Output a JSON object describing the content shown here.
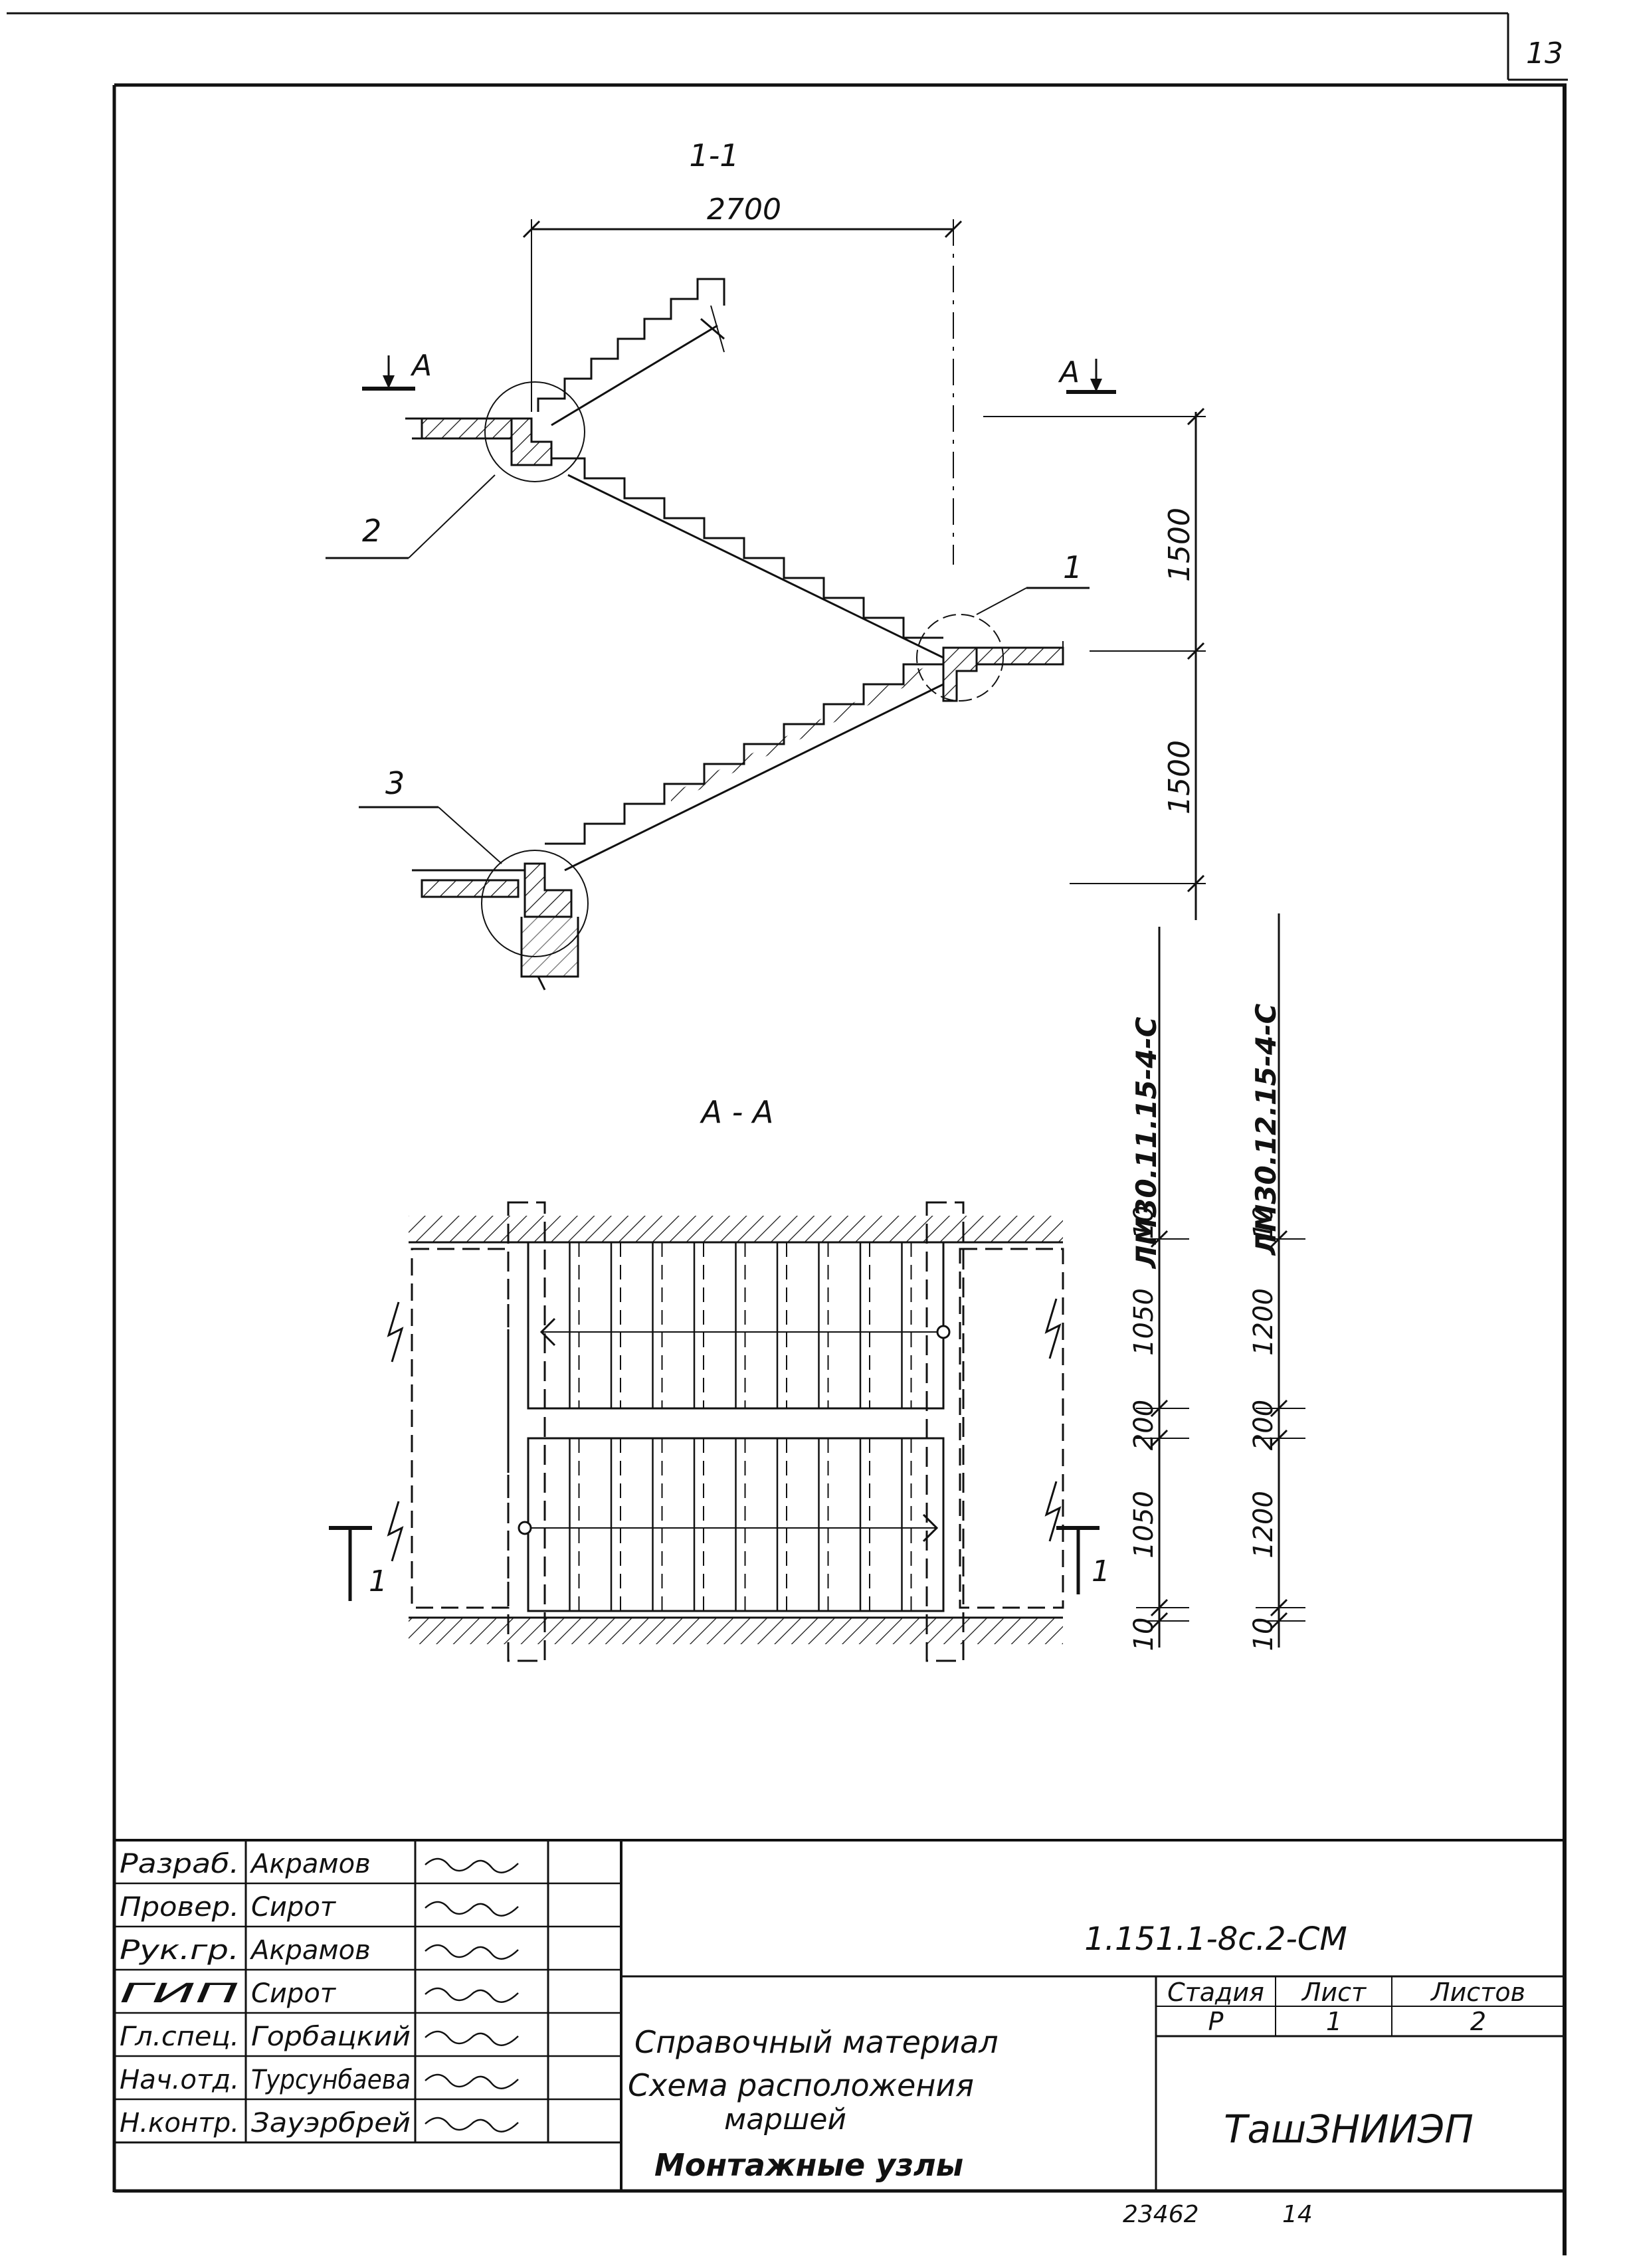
{
  "sheet": {
    "page_number": "13",
    "bottom_note": "23462",
    "bottom_note_2": "14"
  },
  "section_1_1": {
    "title": "1-1",
    "dim_span": "2700",
    "dim_upper": "1500",
    "dim_lower": "1500",
    "cut_mark_left": "A",
    "cut_mark_right": "A",
    "callout_1": "1",
    "callout_2": "2",
    "callout_3": "3"
  },
  "section_a_a": {
    "title": "A - A",
    "cut_left": "1",
    "cut_right": "1",
    "left_chain": {
      "label": "ЛМ30.11.15-4-С",
      "dims": [
        "10",
        "1050",
        "200",
        "1050",
        "10"
      ]
    },
    "right_chain": {
      "label": "ЛМ30.12.15-4-С",
      "dims": [
        "10",
        "1200",
        "200",
        "1200",
        "10"
      ]
    }
  },
  "title_block": {
    "roles": [
      "Разраб.",
      "Провер.",
      "Рук.гр.",
      "ГИП",
      "Гл.спец.",
      "Нач.отд.",
      "Н.контр."
    ],
    "names": [
      "Акрамов",
      "Сирот",
      "Акрамов",
      "Сирот",
      "Горбацкий",
      "Турсунбаева",
      "Зауэрбрей"
    ],
    "code": "1.151.1-8с.2-СМ",
    "desc_line1": "Справочный материал",
    "desc_line2": "Схема расположения",
    "desc_line3": "маршей",
    "desc_line4": "Монтажные узлы",
    "stage_header": "Стадия",
    "sheet_header": "Лист",
    "sheets_header": "Листов",
    "stage_value": "Р",
    "sheet_value": "1",
    "sheets_value": "2",
    "organization": "ТашЗНИИЭП"
  }
}
